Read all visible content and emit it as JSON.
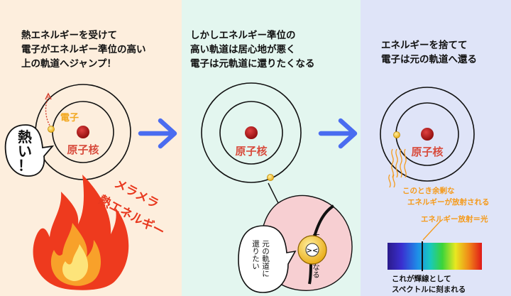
{
  "panels": [
    {
      "caption": "熱エネルギーを受けて\n電子がエネルギー準位の高い\n上の軌道へジャンプ！",
      "nucleus_label": "原子核",
      "electron_label": "電子",
      "speech_text": "熱い！",
      "flame_text": [
        "メラメラ",
        "熱エネルギー"
      ]
    },
    {
      "caption": "しかしエネルギー準位の\n高い軌道は居心地が悪く\n電子は元軌道に還りたくなる",
      "nucleus_label": "原子核",
      "speech_text": [
        "不安定になる",
        "元の軌道に",
        "還りたい"
      ],
      "face_text": "><"
    },
    {
      "caption": "エネルギーを捨てて\n電子は元の軌道へ還る",
      "nucleus_label": "原子核",
      "excess_text": [
        "このとき余剰な",
        "エネルギーが放射される"
      ],
      "emission_text": "エネルギー放射＝光",
      "spectrum_caption": [
        "これが輝線として",
        "スペクトルに刻まれる"
      ]
    }
  ],
  "colors": {
    "panel_1_bg": "#fdeedd",
    "panel_2_bg": "#e3f6ef",
    "panel_3_bg": "#dfe4f8",
    "arrow": "#4a6cf0",
    "nucleus": "#b01818",
    "nucleus_label": "#d84b3c",
    "electron": "#f5c21b",
    "accent_orange": "#f59a1a",
    "flame_red": "#ee3a1e",
    "speech_pink": "#f7cfd2"
  },
  "icons": [
    "right-arrow-icon",
    "right-arrow-icon",
    "flame-icon",
    "electron-face-icon"
  ]
}
